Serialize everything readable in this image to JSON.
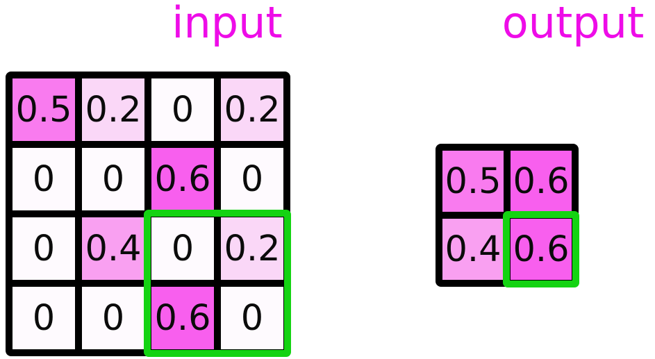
{
  "titles": {
    "input": "input",
    "output": "output"
  },
  "colors": {
    "title": "#EE0CE8",
    "grid_line": "#000000",
    "highlight": "#14D312",
    "cell_text": "#0B0B0B",
    "background": "#FFFFFF",
    "value_fills": {
      "0": "#FEFAFE",
      "0.2": "#FAD7F7",
      "0.4": "#F9A0F1",
      "0.5": "#F97BEF",
      "0.6": "#F85FEE"
    }
  },
  "input_grid": {
    "rows": [
      [
        "0.5",
        "0.2",
        "0",
        "0.2"
      ],
      [
        "0",
        "0",
        "0.6",
        "0"
      ],
      [
        "0",
        "0.4",
        "0",
        "0.2"
      ],
      [
        "0",
        "0",
        "0.6",
        "0"
      ]
    ],
    "highlight_region": "bottom-right 2x2 pooling window"
  },
  "output_grid": {
    "rows": [
      [
        "0.5",
        "0.6"
      ],
      [
        "0.4",
        "0.6"
      ]
    ],
    "highlight_region": "bottom-right cell (pooled result)"
  }
}
